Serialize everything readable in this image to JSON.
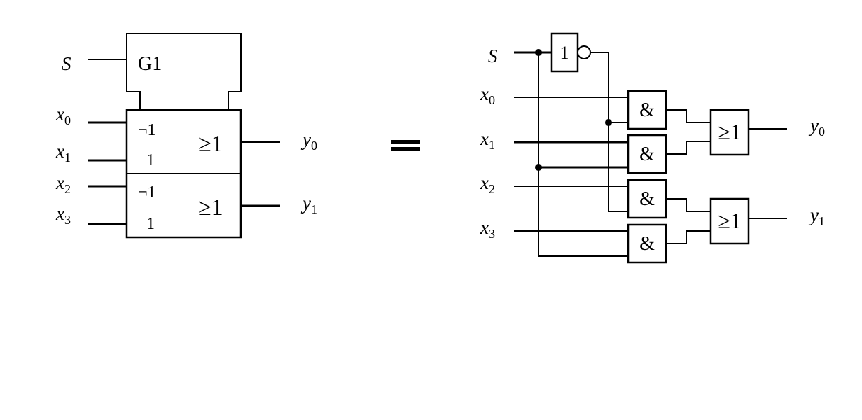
{
  "left": {
    "inputs": [
      {
        "main": "S",
        "sub": ""
      },
      {
        "main": "x",
        "sub": "0"
      },
      {
        "main": "x",
        "sub": "1"
      },
      {
        "main": "x",
        "sub": "2"
      },
      {
        "main": "x",
        "sub": "3"
      }
    ],
    "outputs": [
      {
        "main": "y",
        "sub": "0"
      },
      {
        "main": "y",
        "sub": "1"
      }
    ],
    "control_label": "G1",
    "cells": [
      {
        "in_a": "¬1",
        "in_b": "1",
        "func": "≥1"
      },
      {
        "in_a": "¬1",
        "in_b": "1",
        "func": "≥1"
      }
    ]
  },
  "equals": "=",
  "right": {
    "inputs": [
      {
        "main": "S",
        "sub": ""
      },
      {
        "main": "x",
        "sub": "0"
      },
      {
        "main": "x",
        "sub": "1"
      },
      {
        "main": "x",
        "sub": "2"
      },
      {
        "main": "x",
        "sub": "3"
      }
    ],
    "outputs": [
      {
        "main": "y",
        "sub": "0"
      },
      {
        "main": "y",
        "sub": "1"
      }
    ],
    "not_gate": "1",
    "and_gates": [
      "&",
      "&",
      "&",
      "&"
    ],
    "or_gates": [
      "≥1",
      "≥1"
    ]
  }
}
